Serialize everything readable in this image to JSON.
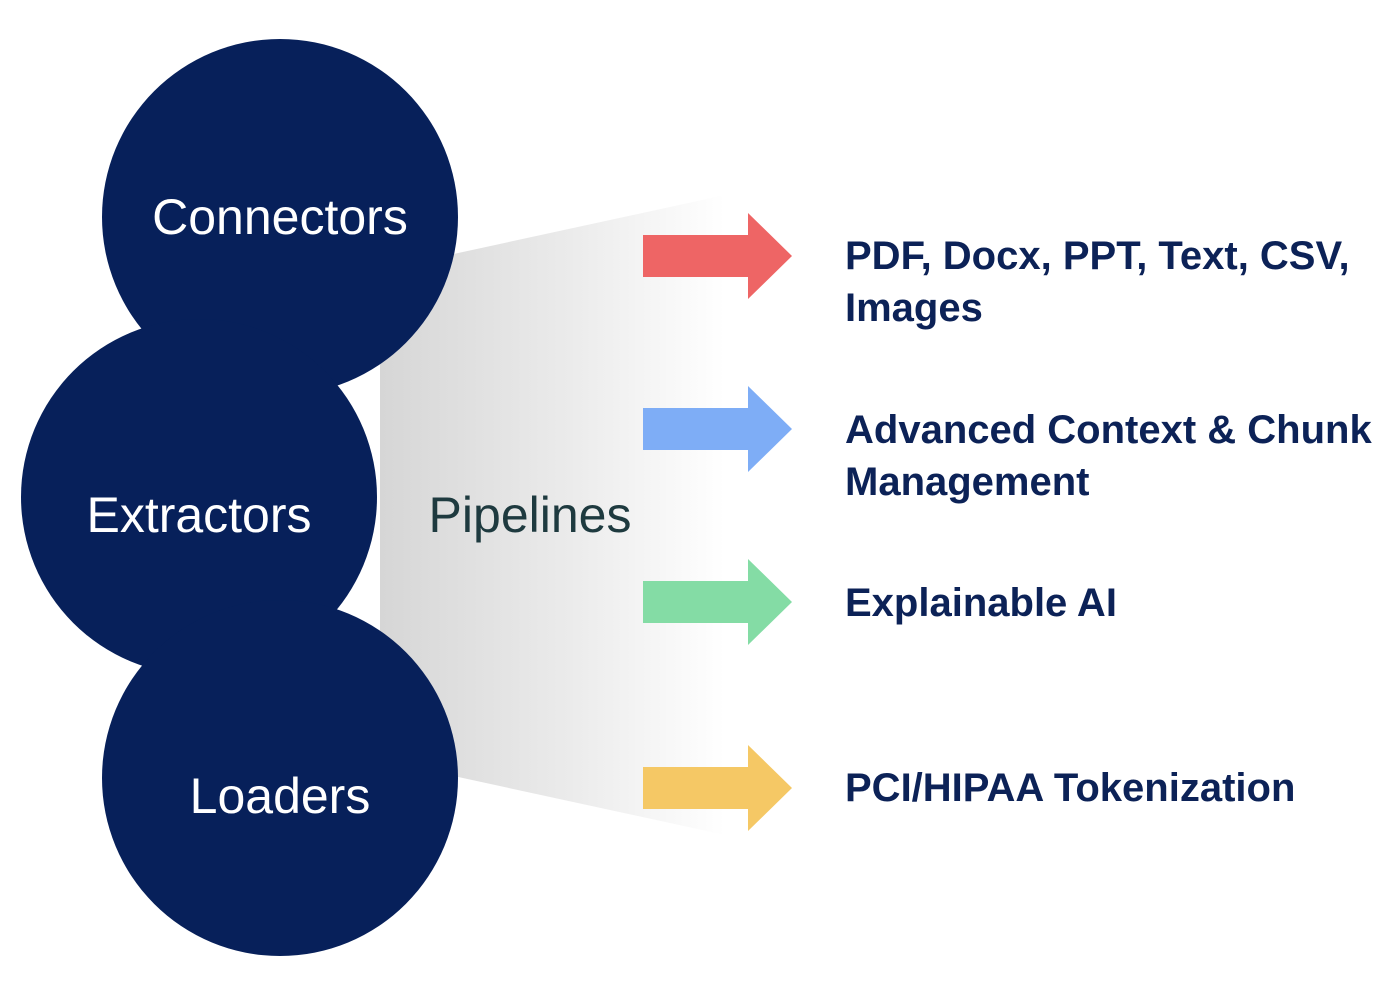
{
  "colors": {
    "circle_fill": "#07205a",
    "pipeline_text": "#1e3a3f",
    "feature_text": "#0c2257"
  },
  "stages": [
    {
      "label": "Connectors"
    },
    {
      "label": "Extractors"
    },
    {
      "label": "Loaders"
    }
  ],
  "pipeline": {
    "label": "Pipelines"
  },
  "features": [
    {
      "line1": "PDF, Docx, PPT, Text, CSV,",
      "line2": "Images",
      "arrow_color": "#ee6565",
      "icon": "arrow-right-icon"
    },
    {
      "line1": "Advanced Context & Chunk",
      "line2": "Management",
      "arrow_color": "#7eadf6",
      "icon": "arrow-right-icon"
    },
    {
      "line1": "Explainable AI",
      "arrow_color": "#84dca5",
      "icon": "arrow-right-icon"
    },
    {
      "line1": "PCI/HIPAA Tokenization",
      "arrow_color": "#f5c865",
      "icon": "arrow-right-icon"
    }
  ]
}
